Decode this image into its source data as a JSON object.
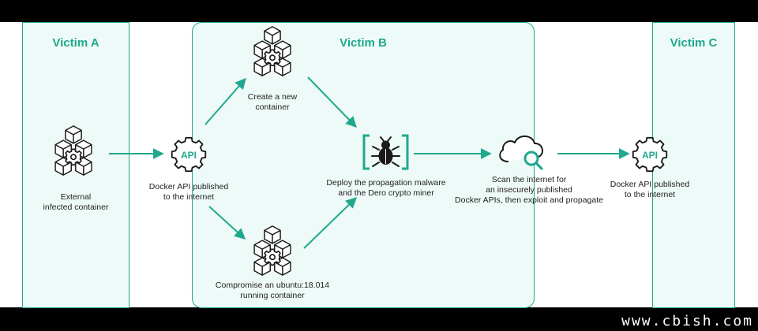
{
  "zones": {
    "a": {
      "title": "Victim A"
    },
    "b": {
      "title": "Victim B"
    },
    "c": {
      "title": "Victim C"
    }
  },
  "nodes": {
    "external": {
      "icon": "container-gear-icon",
      "label": [
        "External",
        "infected container"
      ]
    },
    "api_b": {
      "icon": "api-gear-icon",
      "icon_text": "API",
      "label": [
        "Docker API published",
        "to the internet"
      ]
    },
    "create": {
      "icon": "container-gear-icon",
      "label": [
        "Create a new",
        "container"
      ]
    },
    "compromise": {
      "icon": "container-gear-icon",
      "label": [
        "Compromise an ubuntu:18.014",
        "running container"
      ]
    },
    "deploy": {
      "icon": "bug-icon",
      "label": [
        "Deploy the propagation malware",
        "and the Dero crypto miner"
      ]
    },
    "scan": {
      "icon": "cloud-search-icon",
      "label": [
        "Scan the internet for",
        "an insecurely published",
        "Docker APIs, then exploit and propagate"
      ]
    },
    "api_c": {
      "icon": "api-gear-icon",
      "icon_text": "API",
      "label": [
        "Docker API published",
        "to the internet"
      ]
    }
  },
  "colors": {
    "accent": "#1fa88e",
    "icon_stroke": "#1a1a1a",
    "zone_fill": "#eefaf7"
  },
  "watermark": "www.cbish.com"
}
